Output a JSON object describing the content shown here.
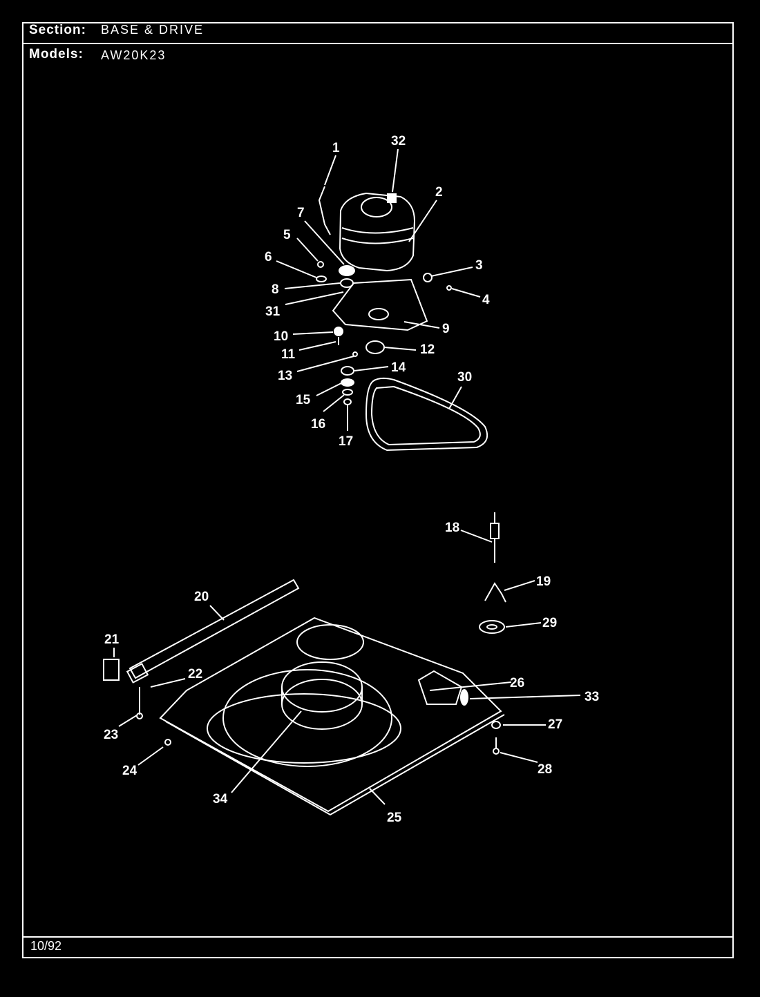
{
  "header": {
    "section_label": "Section:",
    "section_value": "BASE & DRIVE",
    "models_label": "Models:",
    "models_value": "AW20K23"
  },
  "footer": {
    "date": "10/92"
  },
  "callouts": [
    "1",
    "2",
    "3",
    "4",
    "5",
    "6",
    "7",
    "8",
    "9",
    "10",
    "11",
    "12",
    "13",
    "14",
    "15",
    "16",
    "17",
    "18",
    "19",
    "20",
    "21",
    "22",
    "23",
    "24",
    "25",
    "26",
    "27",
    "28",
    "29",
    "30",
    "31",
    "32",
    "33",
    "34"
  ]
}
